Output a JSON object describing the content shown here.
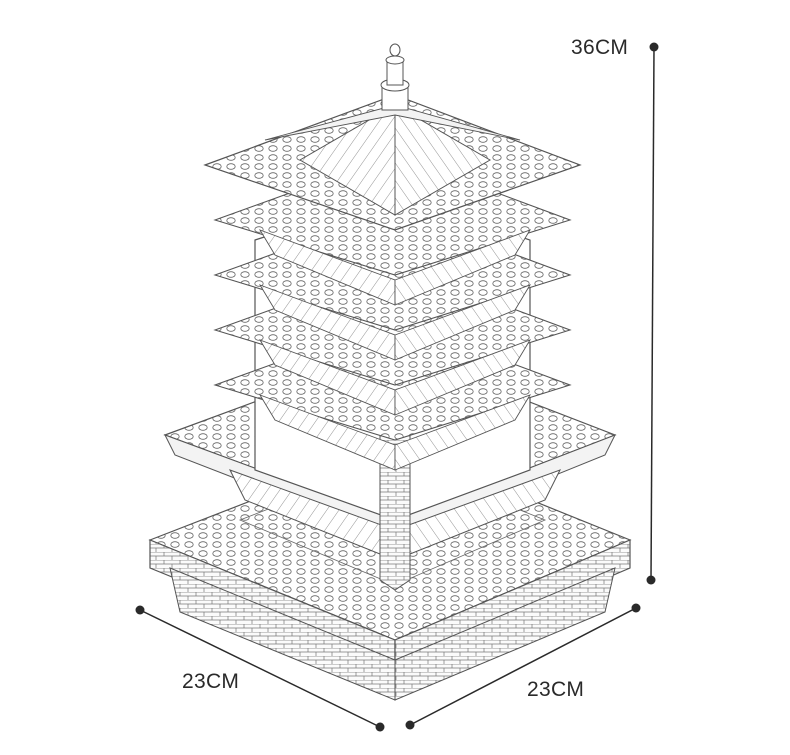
{
  "dimensions": {
    "height": "36CM",
    "width_left": "23CM",
    "width_right": "23CM"
  },
  "colors": {
    "line": "#2a2a2a",
    "outline": "#555555",
    "fill": "#ffffff",
    "accent_fill": "#f3f3f3"
  }
}
